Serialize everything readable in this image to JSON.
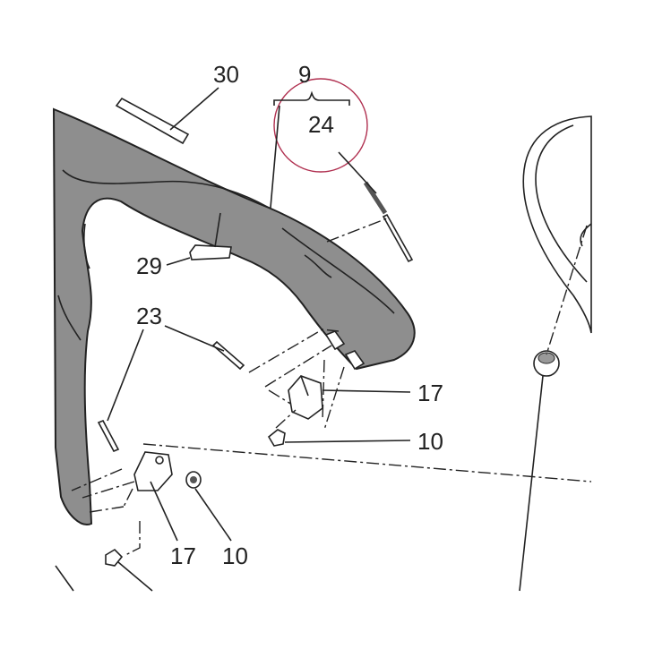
{
  "diagram": {
    "callouts": {
      "c30": "30",
      "c9": "9",
      "c24": "24",
      "c29": "29",
      "c23": "23",
      "c17a": "17",
      "c10a": "10",
      "c17b": "17",
      "c10b": "10"
    },
    "highlight_color": "#b03050",
    "panel_color": "#8e8e8e"
  }
}
